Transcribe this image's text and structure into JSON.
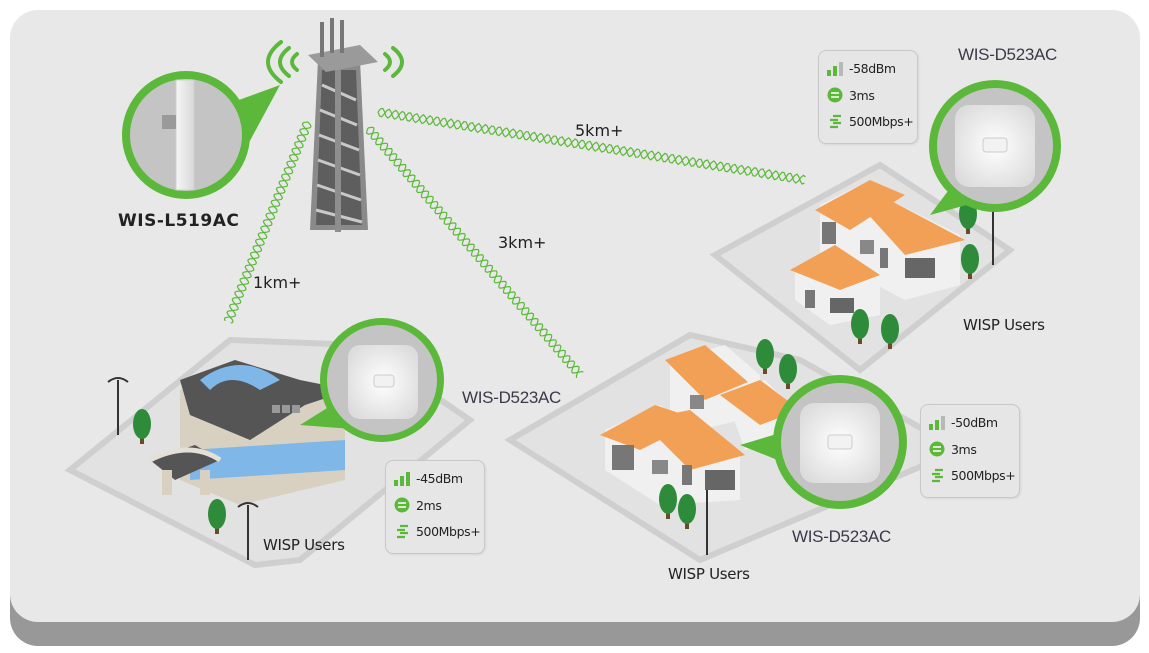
{
  "diagram": {
    "type": "WISP point-to-multipoint wireless network",
    "colors": {
      "accent_green": "#5cb83a",
      "background": "#e8e8e8",
      "base_shadow": "#989898",
      "roof_orange": "#f2a056",
      "glass_blue": "#7fb8e8"
    },
    "base_station": {
      "model": "WIS-L519AC",
      "icon": "cell-tower-icon"
    },
    "links": [
      {
        "id": "link-1",
        "distance": "1km+"
      },
      {
        "id": "link-3",
        "distance": "3km+"
      },
      {
        "id": "link-5",
        "distance": "5km+"
      }
    ],
    "sites": [
      {
        "id": "office",
        "label": "WISP Users",
        "cpe_model": "WIS-D523AC",
        "stats": {
          "signal": "-45dBm",
          "latency": "2ms",
          "throughput": "500Mbps+"
        }
      },
      {
        "id": "houses-front",
        "label": "WISP Users",
        "cpe_model": "WIS-D523AC",
        "stats": {
          "signal": "-50dBm",
          "latency": "3ms",
          "throughput": "500Mbps+"
        }
      },
      {
        "id": "houses-back",
        "label": "WISP Users",
        "cpe_model": "WIS-D523AC",
        "stats": {
          "signal": "-58dBm",
          "latency": "3ms",
          "throughput": "500Mbps+"
        }
      }
    ]
  }
}
